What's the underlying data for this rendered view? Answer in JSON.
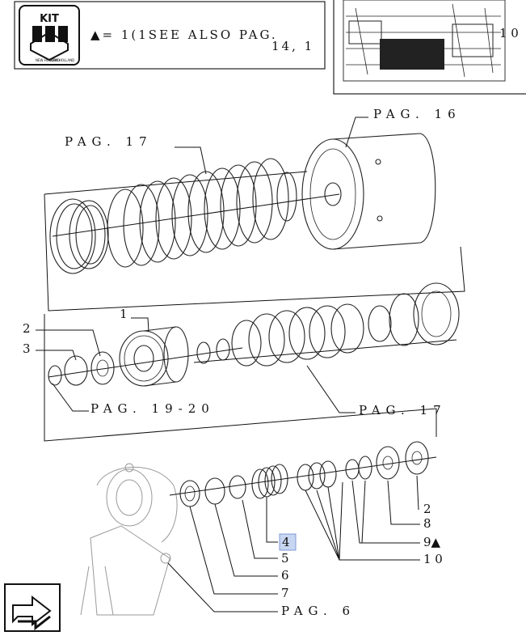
{
  "header": {
    "kit_badge": "KIT",
    "logo_left_text": "NEW HOLLAND",
    "logo_right_text": "NEW HOLLAND",
    "legend_line1": "▲= 1(1SEE  ALSO  PAG.",
    "legend_line2": "14,  1",
    "legend_tail": "1 0"
  },
  "diagram": {
    "page_refs": {
      "pag16": "PAG. 16",
      "pag17_top": "PAG. 17",
      "pag19_20": "PAG. 19-20",
      "pag17_mid": "PAG. 17",
      "pag6": "PAG. 6"
    },
    "callouts": {
      "c1": "1",
      "c2_top": "2",
      "c3": "3",
      "c2_bottom": "2",
      "c8": "8",
      "c9": "9▲",
      "c4": "4",
      "c5": "5",
      "c6": "6",
      "c7": "7",
      "c10": "1 0"
    },
    "highlighted_callout": "4",
    "highlight_color": "#c9d6f2"
  },
  "nav": {
    "icon": "arrow-navigation-icon"
  }
}
